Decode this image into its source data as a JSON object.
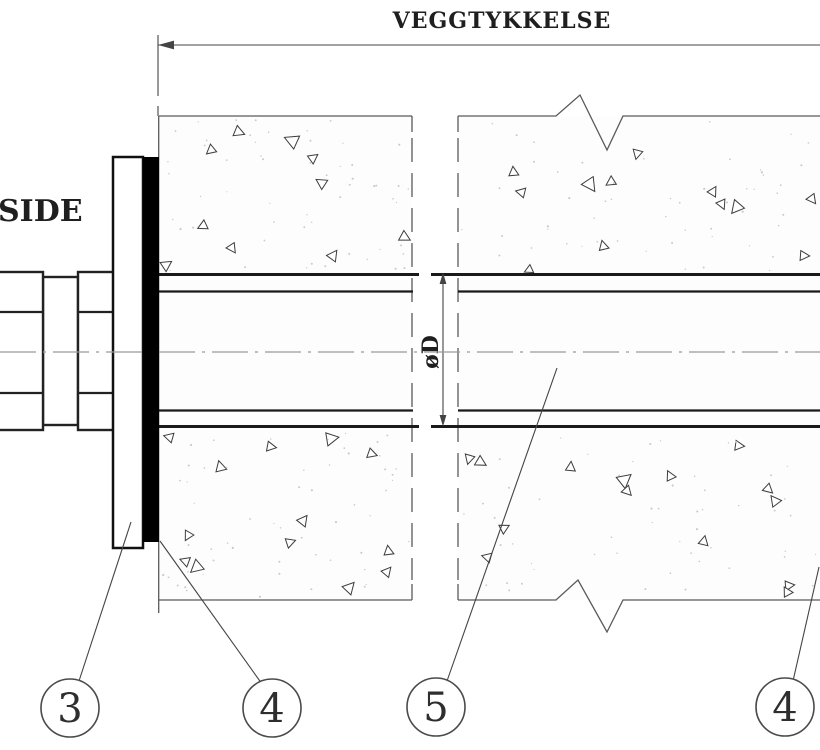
{
  "drawing": {
    "dimension_top_label": "VEGGTYKKELSE",
    "side_label": "SIDE",
    "diameter_label": "øD",
    "balloons": [
      {
        "number": "3"
      },
      {
        "number": "4"
      },
      {
        "number": "5"
      },
      {
        "number": "4"
      }
    ],
    "colors": {
      "line": "#1a1a1a",
      "thin_line": "#5a5a5a",
      "dim_line": "#444444",
      "centerline": "#9a9a9a",
      "gasket": "#000000",
      "background": "#ffffff"
    }
  }
}
